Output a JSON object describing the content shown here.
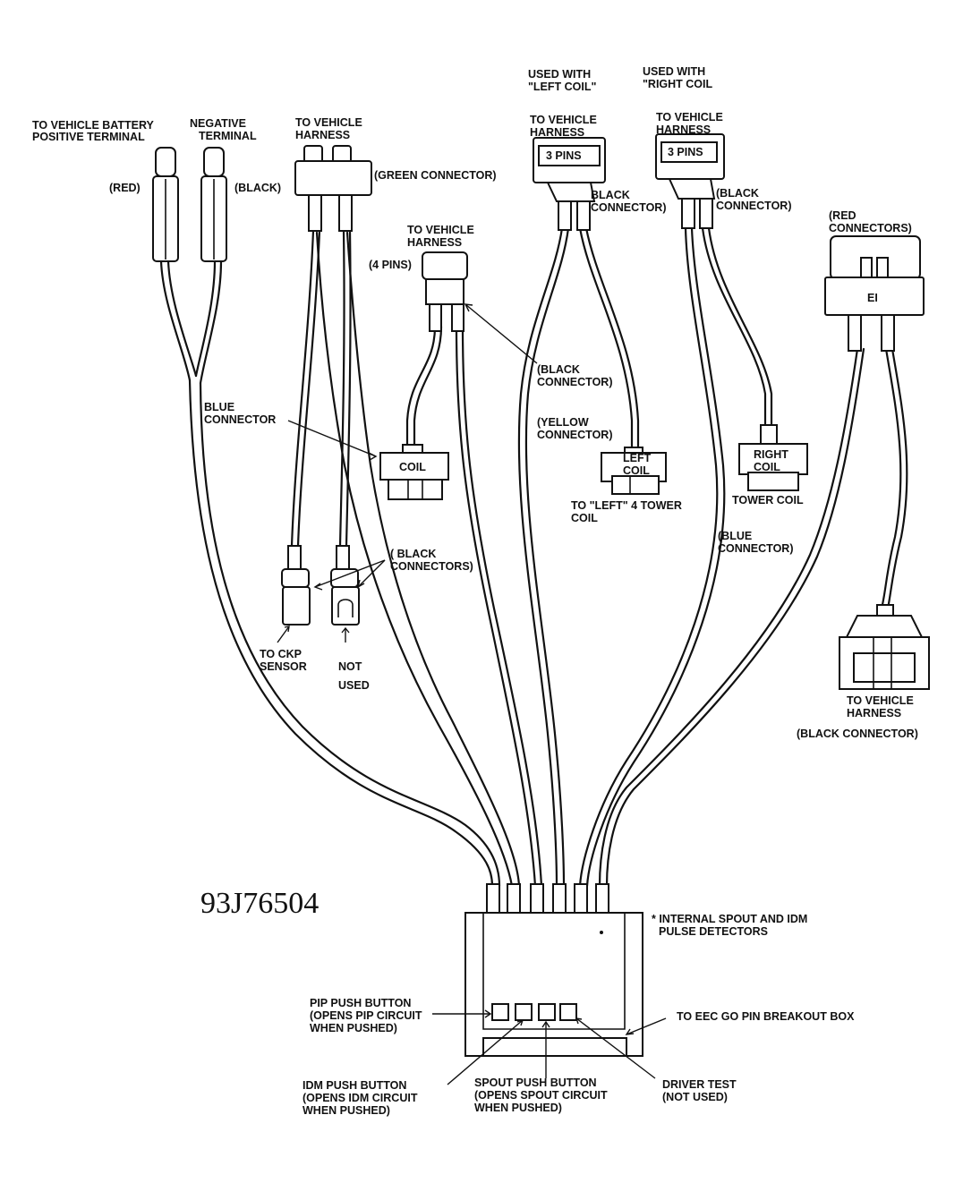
{
  "figure_id": "93J76504",
  "colors": {
    "ink": "#111111",
    "paper": "#ffffff"
  },
  "labels": {
    "battery_pos": [
      "TO VEHICLE BATTERY",
      "POSITIVE TERMINAL"
    ],
    "neg_terminal": [
      "NEGATIVE",
      "TERMINAL"
    ],
    "red": "(RED)",
    "black": "(BLACK)",
    "harness_green": [
      "TO VEHICLE",
      "HARNESS"
    ],
    "green_connector": "(GREEN CONNECTOR)",
    "used_left": [
      "USED WITH",
      "\"LEFT COIL\""
    ],
    "used_right": [
      "USED WITH",
      "\"RIGHT COIL"
    ],
    "harness_left": [
      "TO VEHICLE",
      "HARNESS"
    ],
    "harness_right": [
      "TO VEHICLE",
      "HARNESS"
    ],
    "three_pins_left": "3 PINS",
    "three_pins_right": "3 PINS",
    "black_conn_left": [
      "BLACK",
      "CONNECTOR)"
    ],
    "black_conn_right": [
      "(BLACK",
      "CONNECTOR)"
    ],
    "red_connectors": [
      "(RED",
      "CONNECTORS)"
    ],
    "ei": "EI",
    "harness_4pin": [
      "TO VEHICLE",
      "HARNESS"
    ],
    "four_pins": "(4 PINS)",
    "black_conn_mid": [
      "(BLACK",
      "CONNECTOR)"
    ],
    "blue_connector": [
      "BLUE",
      "CONNECTOR"
    ],
    "coil": "COIL",
    "yellow_connector": [
      "(YELLOW",
      "CONNECTOR)"
    ],
    "left_coil": [
      "LEFT",
      "COIL"
    ],
    "right_coil": [
      "RIGHT",
      "COIL"
    ],
    "to_left_tower": [
      "TO \"LEFT\" 4 TOWER",
      "COIL"
    ],
    "tower_coil": "TOWER COIL",
    "blue_connector2": [
      "(BLUE",
      "CONNECTOR)"
    ],
    "black_connectors": [
      "( BLACK",
      "CONNECTORS)"
    ],
    "ckp": [
      "TO CKP",
      "SENSOR"
    ],
    "not_used": [
      "NOT",
      "USED"
    ],
    "harness_black": [
      "TO VEHICLE",
      "HARNESS"
    ],
    "black_connector_bottom": "(BLACK CONNECTOR)",
    "internal": [
      "* INTERNAL SPOUT AND IDM",
      "PULSE DETECTORS"
    ],
    "pip": [
      "PIP PUSH BUTTON",
      "(OPENS PIP CIRCUIT",
      "WHEN PUSHED)"
    ],
    "eec": "TO EEC GO PIN BREAKOUT BOX",
    "idm": [
      "IDM PUSH BUTTON",
      "(OPENS IDM CIRCUIT",
      "WHEN PUSHED)"
    ],
    "spout": [
      "SPOUT PUSH BUTTON",
      "(OPENS SPOUT CIRCUIT",
      "WHEN PUSHED)"
    ],
    "driver": [
      "DRIVER TEST",
      "(NOT USED)"
    ]
  }
}
